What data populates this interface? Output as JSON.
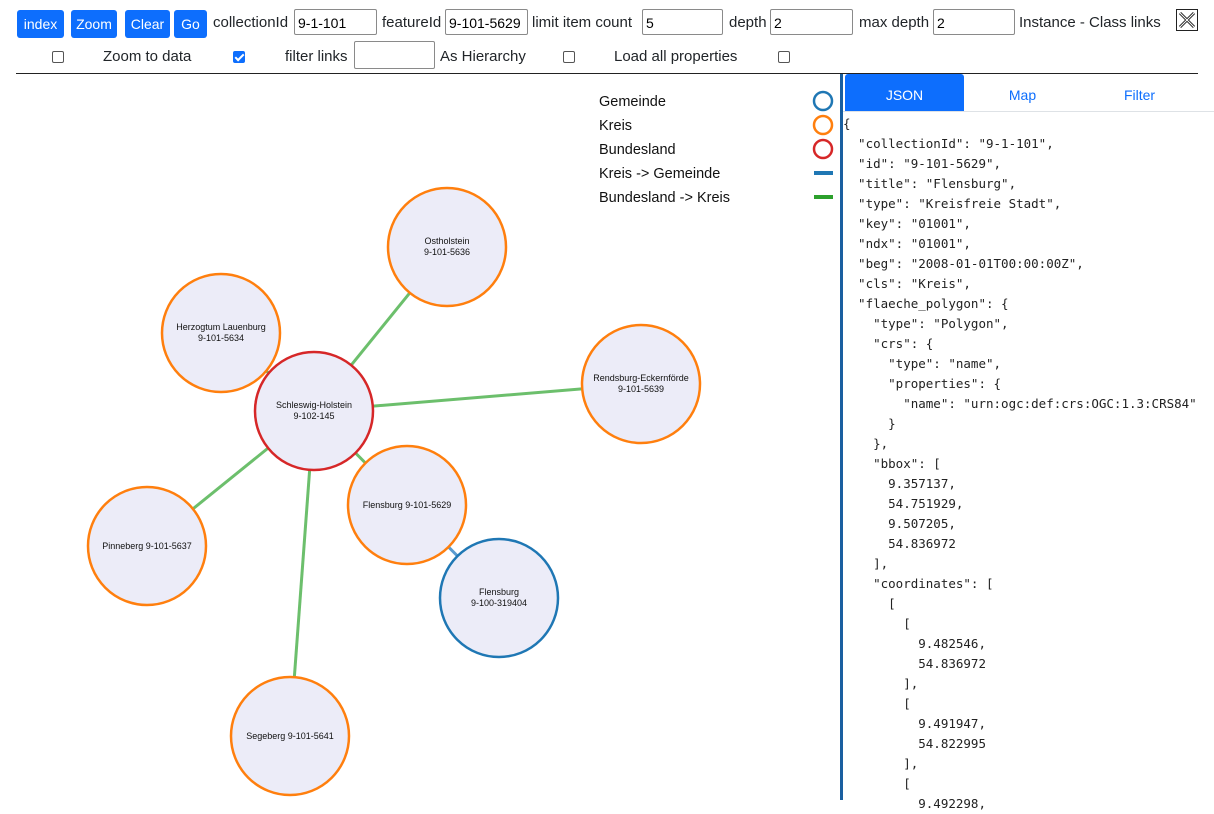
{
  "toolbar": {
    "index_label": "index",
    "zoom_label": "Zoom",
    "clear_label": "Clear",
    "go_label": "Go",
    "collection_label": "collectionId",
    "collection_value": "9-1-101",
    "feature_label": "featureId",
    "feature_value": "9-101-5629",
    "limit_label": "limit item count",
    "limit_value": "5",
    "depth_label": "depth",
    "depth_value": "2",
    "maxdepth_label": "max depth",
    "maxdepth_value": "2",
    "mode_label": "Instance - Class links",
    "zoom_to_data_label": "Zoom to data",
    "zoom_to_data_checked": false,
    "filter_links_label": "filter links",
    "filter_links_checked": true,
    "filter_value": "",
    "hierarchy_label": "As Hierarchy",
    "hierarchy_checked": false,
    "load_props_label": "Load all properties",
    "load_props_checked": false,
    "extra_checked": false
  },
  "legend": [
    {
      "label": "Gemeinde",
      "kind": "circle",
      "color": "#1f77b4"
    },
    {
      "label": "Kreis",
      "kind": "circle",
      "color": "#ff7f0e"
    },
    {
      "label": "Bundesland",
      "kind": "circle",
      "color": "#d62728"
    },
    {
      "label": "Kreis -> Gemeinde",
      "kind": "line",
      "color": "#1f77b4"
    },
    {
      "label": "Bundesland -> Kreis",
      "kind": "line",
      "color": "#2ca02c"
    }
  ],
  "graph": {
    "nodes": [
      {
        "id": "sh",
        "name": "Schleswig-Holstein",
        "code": "9-102-145",
        "cls": "Bundesland",
        "color": "#d62728"
      },
      {
        "id": "oh",
        "name": "Ostholstein",
        "code": "9-101-5636",
        "cls": "Kreis",
        "color": "#ff7f0e"
      },
      {
        "id": "hl",
        "name": "Herzogtum Lauenburg",
        "code": "9-101-5634",
        "cls": "Kreis",
        "color": "#ff7f0e"
      },
      {
        "id": "re",
        "name": "Rendsburg-Eckernförde",
        "code": "9-101-5639",
        "cls": "Kreis",
        "color": "#ff7f0e"
      },
      {
        "id": "fl",
        "name": "Flensburg 9-101-5629",
        "code": "",
        "cls": "Kreis",
        "color": "#ff7f0e"
      },
      {
        "id": "pi",
        "name": "Pinneberg 9-101-5637",
        "code": "",
        "cls": "Kreis",
        "color": "#ff7f0e"
      },
      {
        "id": "se",
        "name": "Segeberg 9-101-5641",
        "code": "",
        "cls": "Kreis",
        "color": "#ff7f0e"
      },
      {
        "id": "fg",
        "name": "Flensburg",
        "code": "9-100-319404",
        "cls": "Gemeinde",
        "color": "#1f77b4"
      }
    ],
    "links": [
      {
        "from": "sh",
        "to": "oh",
        "color": "#6cbf6c"
      },
      {
        "from": "sh",
        "to": "hl",
        "color": "#6cbf6c"
      },
      {
        "from": "sh",
        "to": "re",
        "color": "#6cbf6c"
      },
      {
        "from": "sh",
        "to": "fl",
        "color": "#6cbf6c"
      },
      {
        "from": "sh",
        "to": "pi",
        "color": "#6cbf6c"
      },
      {
        "from": "sh",
        "to": "se",
        "color": "#6cbf6c"
      },
      {
        "from": "fl",
        "to": "fg",
        "color": "#5a9bd0"
      }
    ]
  },
  "tabs": [
    {
      "label": "JSON",
      "active": true
    },
    {
      "label": "Map",
      "active": false
    },
    {
      "label": "Filter",
      "active": false
    }
  ],
  "json_lines": [
    "{",
    "  \"collectionId\": \"9-1-101\",",
    "  \"id\": \"9-101-5629\",",
    "  \"title\": \"Flensburg\",",
    "  \"type\": \"Kreisfreie Stadt\",",
    "  \"key\": \"01001\",",
    "  \"ndx\": \"01001\",",
    "  \"beg\": \"2008-01-01T00:00:00Z\",",
    "  \"cls\": \"Kreis\",",
    "  \"flaeche_polygon\": {",
    "    \"type\": \"Polygon\",",
    "    \"crs\": {",
    "      \"type\": \"name\",",
    "      \"properties\": {",
    "        \"name\": \"urn:ogc:def:crs:OGC:1.3:CRS84\"",
    "      }",
    "    },",
    "    \"bbox\": [",
    "      9.357137,",
    "      54.751929,",
    "      9.507205,",
    "      54.836972",
    "    ],",
    "    \"coordinates\": [",
    "      [",
    "        [",
    "          9.482546,",
    "          54.836972",
    "        ],",
    "        [",
    "          9.491947,",
    "          54.822995",
    "        ],",
    "        [",
    "          9.492298,"
  ]
}
